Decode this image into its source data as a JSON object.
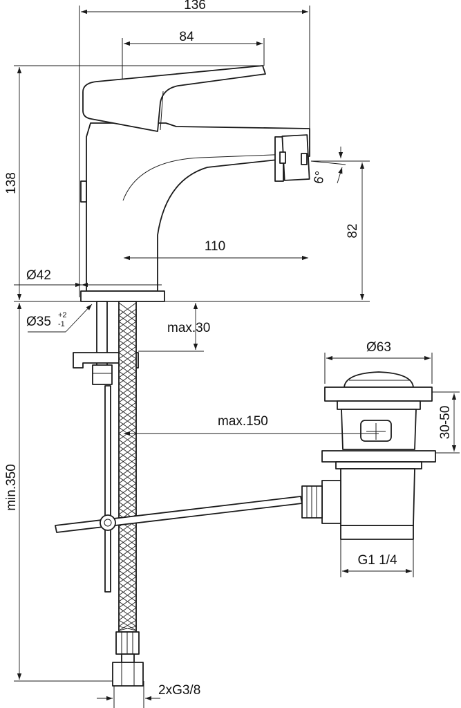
{
  "drawing": {
    "title": "",
    "dimensions": {
      "overall_width": "136",
      "lever_width": "84",
      "overall_height": "138",
      "spout_reach": "110",
      "spout_height": "82",
      "tilt_angle": "6°",
      "base_diameter": "Ø42",
      "hole_diameter": "Ø35",
      "hole_tol_plus": "+2",
      "hole_tol_minus": "-1",
      "max_deck": "max.30",
      "max_hose": "max.150",
      "min_length": "min.350",
      "hose_thread": "2xG3/8",
      "waste_diameter": "Ø63",
      "waste_range": "30-50",
      "waste_thread": "G1 1/4"
    }
  }
}
